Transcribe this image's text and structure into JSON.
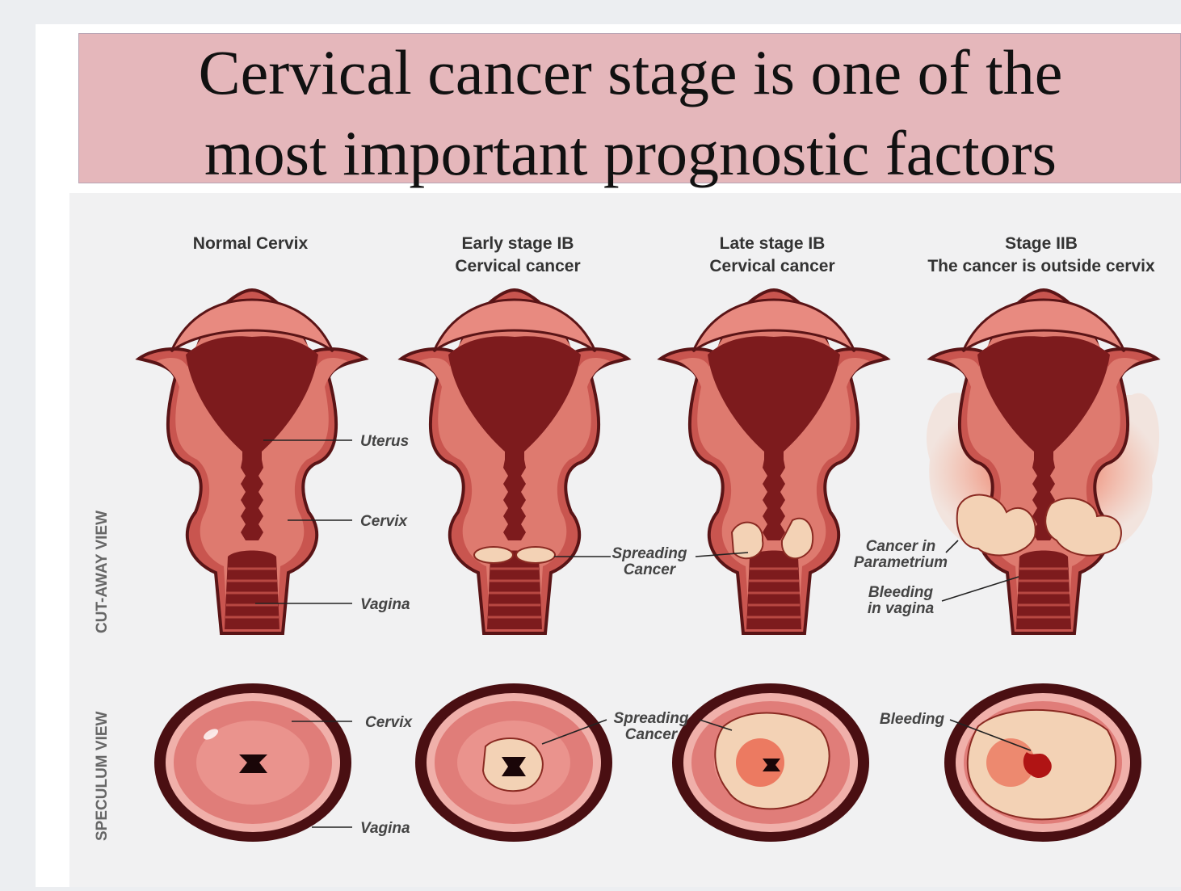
{
  "title": {
    "line1": "Cervical cancer stage is one of the",
    "line2": "most important prognostic factors"
  },
  "diagram": {
    "columns": [
      {
        "line1": "Normal Cervix",
        "line2": ""
      },
      {
        "line1": "Early stage IB",
        "line2": "Cervical cancer"
      },
      {
        "line1": "Late stage IB",
        "line2": "Cervical cancer"
      },
      {
        "line1": "Stage IIB",
        "line2": "The cancer is outside cervix"
      }
    ],
    "rows": {
      "cutaway": "CUT-AWAY VIEW",
      "speculum": "SPECULUM VIEW"
    },
    "labels": {
      "uterus": "Uterus",
      "cervix": "Cervix",
      "vagina": "Vagina",
      "spreading_l1": "Spreading",
      "spreading_l2": "Cancer",
      "param_l1": "Cancer in",
      "param_l2": "Parametrium",
      "bleed_l1": "Bleeding",
      "bleed_l2": "in vagina",
      "spec_cervix": "Cervix",
      "spec_vagina": "Vagina",
      "spec_spreading_l1": "Spreading",
      "spec_spreading_l2": "Cancer",
      "spec_bleeding": "Bleeding"
    },
    "colors": {
      "tissue": "#c9554f",
      "cavity": "#7d1b1d",
      "tumor": "#f3d2b5",
      "outline": "#5a1416",
      "spread": "#e8402a"
    }
  }
}
